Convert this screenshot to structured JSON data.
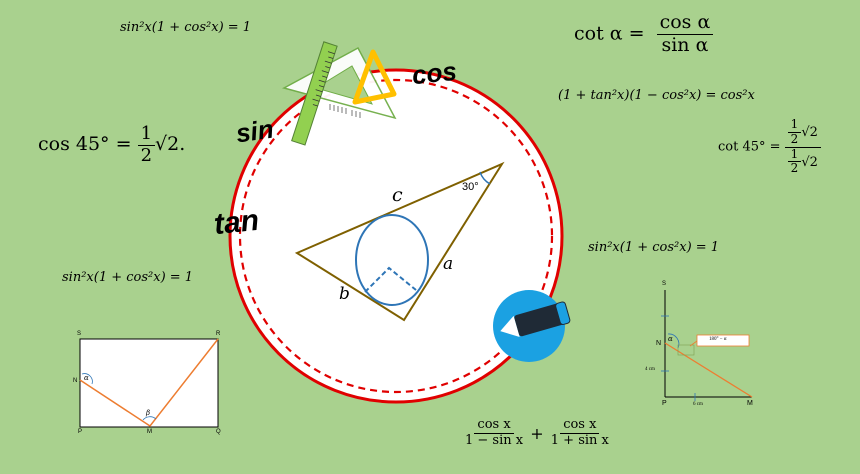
{
  "formulas": {
    "pyth_top_left": "sin²x(1 + cos²x) = 1",
    "pyth_left": "sin²x(1 + cos²x) = 1",
    "pyth_right": "sin²x(1 + cos²x) = 1",
    "cos45_left": {
      "lhs": "cos 45° =",
      "num": "1",
      "den": "2",
      "rad": "√2."
    },
    "cot_def": {
      "lhs": "cot α =",
      "num": "cos α",
      "den": "sin α"
    },
    "tan_identity": "(1 + tan²x)(1 − cos²x) = cos²x",
    "cot45_right": {
      "lhs": "cot 45° =",
      "num_a": "1",
      "num_b": "2",
      "num_rad": "√2",
      "den_a": "1",
      "den_b": "2",
      "den_rad": "√2"
    },
    "sum_fraction": {
      "num1": "cos x",
      "den1": "1 − sin x",
      "plus": "+",
      "num2": "cos x",
      "den2": "1 + sin x"
    }
  },
  "circle_words": {
    "cos": "cos",
    "sin": "sin",
    "tan": "tan"
  },
  "triangle": {
    "side_c": "c",
    "side_a": "a",
    "side_b": "b",
    "angle": "30°"
  },
  "diagram_left": {
    "S": "S",
    "R": "R",
    "N": "N",
    "P": "P",
    "M": "M",
    "Q": "Q",
    "alpha": "α",
    "beta": "β"
  },
  "diagram_right": {
    "S": "S",
    "N": "N",
    "P": "P",
    "M": "M",
    "alpha": "α",
    "height": "4 cm",
    "base": "6 cm",
    "angle_box": "180° − α"
  },
  "colors": {
    "background": "#a9d18e",
    "circle_red": "#e00000",
    "incircle_blue": "#2e75b6",
    "pencil_badge": "#1ba1e2"
  }
}
